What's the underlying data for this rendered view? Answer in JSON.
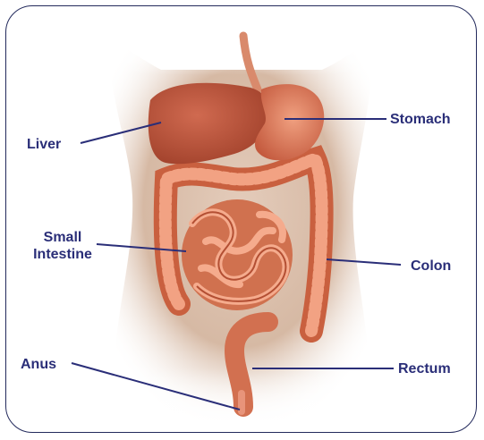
{
  "diagram": {
    "labels": {
      "liver": "Liver",
      "stomach": "Stomach",
      "small_intestine_line1": "Small",
      "small_intestine_line2": "Intestine",
      "colon": "Colon",
      "anus": "Anus",
      "rectum": "Rectum"
    }
  },
  "colors": {
    "frame": "#232a5c",
    "label_text": "#2a2e78",
    "leader_line": "#2a2e78",
    "skin": "#dcc0ad",
    "organ": "#e07a5a",
    "organ_dark": "#b2472c",
    "organ_light": "#f5a88a"
  }
}
